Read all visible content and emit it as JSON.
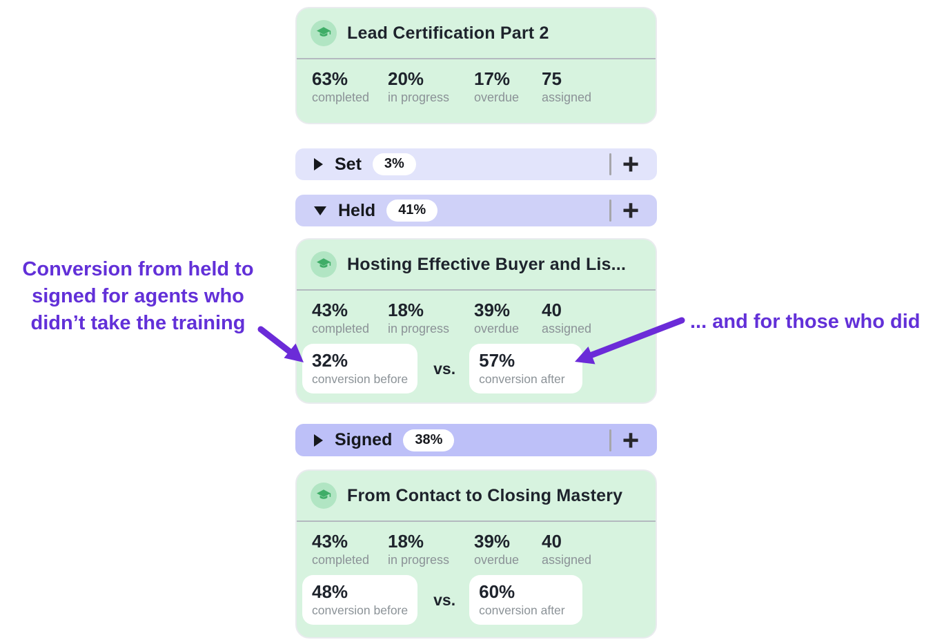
{
  "annotations": {
    "left_lines": [
      "Conversion from held to",
      "signed for agents who",
      "didn’t take the training"
    ],
    "right": "... and for those who did"
  },
  "cards": [
    {
      "title": "Lead Certification Part 2",
      "icon": "graduation-cap",
      "stats": [
        {
          "value": "63%",
          "label": "completed"
        },
        {
          "value": "20%",
          "label": "in progress"
        },
        {
          "value": "17%",
          "label": "overdue"
        },
        {
          "value": "75",
          "label": "assigned"
        }
      ]
    },
    {
      "title": "Hosting Effective Buyer and Lis...",
      "icon": "graduation-cap",
      "stats": [
        {
          "value": "43%",
          "label": "completed"
        },
        {
          "value": "18%",
          "label": "in progress"
        },
        {
          "value": "39%",
          "label": "overdue"
        },
        {
          "value": "40",
          "label": "assigned"
        }
      ],
      "conversion": {
        "before_value": "32%",
        "before_label": "conversion before",
        "separator": "vs.",
        "after_value": "57%",
        "after_label": "conversion after"
      }
    },
    {
      "title": "From Contact to Closing Mastery",
      "icon": "graduation-cap",
      "stats": [
        {
          "value": "43%",
          "label": "completed"
        },
        {
          "value": "18%",
          "label": "in progress"
        },
        {
          "value": "39%",
          "label": "overdue"
        },
        {
          "value": "40",
          "label": "assigned"
        }
      ],
      "conversion": {
        "before_value": "48%",
        "before_label": "conversion before",
        "separator": "vs.",
        "after_value": "60%",
        "after_label": "conversion after"
      }
    }
  ],
  "stages": [
    {
      "label": "Set",
      "percent": "3%",
      "state": "collapsed",
      "add_button": "+"
    },
    {
      "label": "Held",
      "percent": "41%",
      "state": "expanded",
      "add_button": "+"
    },
    {
      "label": "Signed",
      "percent": "38%",
      "state": "collapsed",
      "add_button": "+"
    }
  ],
  "colors": {
    "card_background": "#d7f3df",
    "card_divider": "#b3b9bf",
    "icon_circle": "#b1e5c3",
    "icon_cap": "#3fad67",
    "stage_set_bg": "#e2e4fb",
    "stage_held_bg": "#cfd1f8",
    "stage_signed_bg": "#bdc0f8",
    "pill_bg": "#ffffff",
    "text_dark": "#1e232c",
    "text_gray": "#8b9297",
    "annotation_purple": "#6230d8",
    "arrow_purple": "#6b2bd8"
  }
}
